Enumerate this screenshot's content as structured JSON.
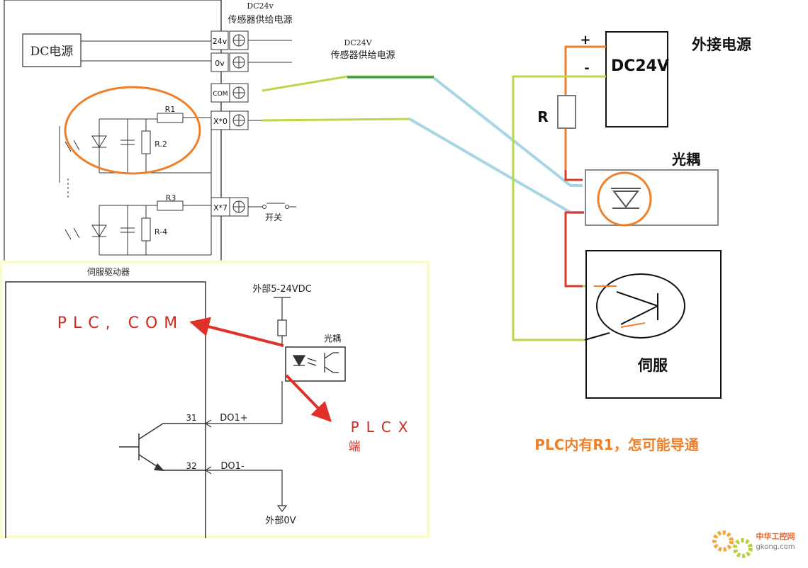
{
  "plc_panel": {
    "dc_power_box": "DC电源",
    "header_line1": "DC24v",
    "header_line2": "传感器供给电源",
    "terminals": [
      "24v",
      "0v",
      "COM",
      "X*0",
      "X*7"
    ],
    "resistors": [
      "R1",
      "R.2",
      "R3",
      "R-4"
    ],
    "switch_label": "开关"
  },
  "wire_label": {
    "line1": "DC24V",
    "line2": "传感器供给电源"
  },
  "servo_panel": {
    "title": "伺服驱动器",
    "external_supply": "外部5-24VDC",
    "optocoupler": "光耦",
    "plc_com": "PLC, COM",
    "plcx": "PLCX",
    "plcx_suffix": "端",
    "pin31": "31",
    "pin32": "32",
    "do1_plus": "DO1+",
    "do1_minus": "DO1-",
    "external_0v": "外部0V"
  },
  "right_diagram": {
    "plus": "+",
    "minus": "-",
    "dc24v": "DC24V",
    "external_power": "外接电源",
    "resistor": "R",
    "optocoupler": "光耦",
    "servo": "伺服"
  },
  "question": "PLC内有R1，怎可能导通",
  "watermark": {
    "cn": "中华工控网",
    "url": "gkong.com"
  },
  "colors": {
    "orange_highlight": "#f07f2a",
    "question_text": "#f07f2a",
    "red_arrow": "#e0302a",
    "green_wire": "#b9d84b",
    "blue_wire": "#a6d6e6",
    "dark_green_wire": "#2f9a3a",
    "red_wire": "#d93a2a",
    "servo_panel_border": "#fbfbd2"
  }
}
